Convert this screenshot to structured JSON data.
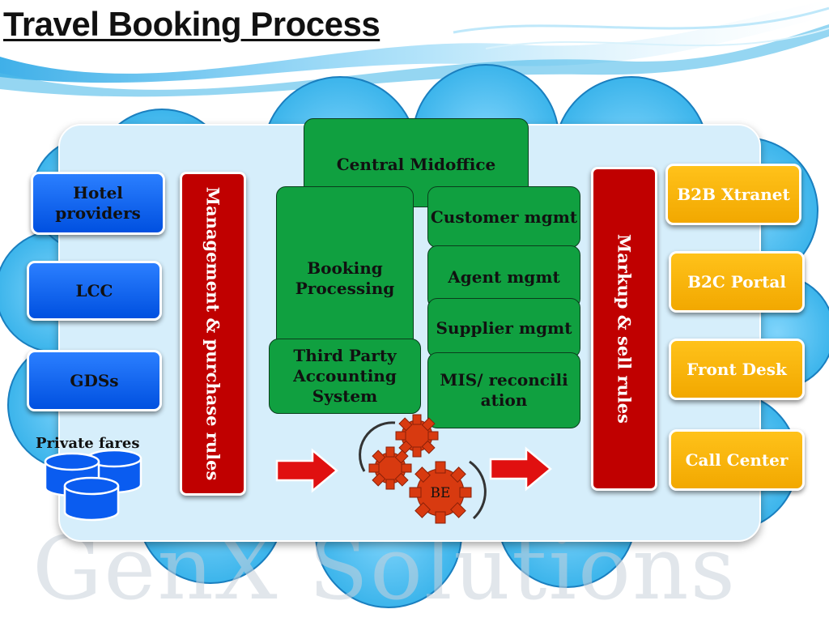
{
  "title": "Travel Booking Process",
  "watermark": "GenX Solutions",
  "suppliers": {
    "hotel": "Hotel providers",
    "lcc": "LCC",
    "gds": "GDSs",
    "private_fares": "Private fares"
  },
  "purchase_rules": "Management & purchase rules",
  "midoffice": {
    "central": "Central Midoffice",
    "booking": "Booking Processing",
    "third_party": "Third Party Accounting System",
    "customer": "Customer mgmt",
    "agent": "Agent mgmt",
    "supplier": "Supplier mgmt",
    "mis": "MIS/ reconciliation"
  },
  "engine_label": "BE",
  "sell_rules": "Markup & sell rules",
  "channels": {
    "b2b": "B2B Xtranet",
    "b2c": "B2C Portal",
    "front_desk": "Front Desk",
    "call_center": "Call Center"
  },
  "colors": {
    "supplier_blue": "#0a5cf0",
    "rules_red": "#c00000",
    "module_green": "#10a040",
    "channel_gold": "#f9b800",
    "arrow_red": "#e01010",
    "gear_orange": "#d83a10",
    "cloud_blue": "#5cc3f5",
    "panel_fill": "#d6eefb"
  },
  "icons": [
    "database-icon",
    "gear-icon",
    "right-arrow-icon"
  ]
}
